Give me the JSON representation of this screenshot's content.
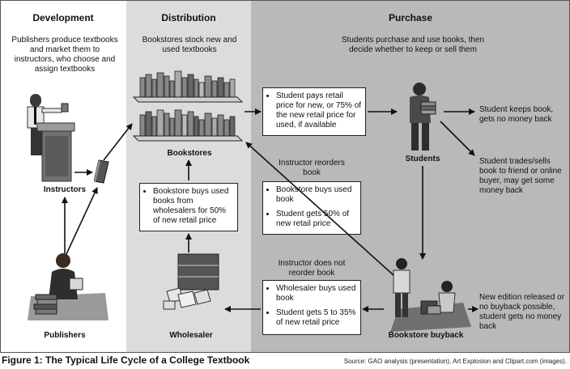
{
  "columns": {
    "development": "Development",
    "distribution": "Distribution",
    "purchase": "Purchase"
  },
  "descriptions": {
    "development": "Publishers produce textbooks and market them to instructors, who choose and assign textbooks",
    "distribution": "Bookstores stock new and used textbooks",
    "purchase": "Students purchase and use books, then decide whether to keep or sell them"
  },
  "nodes": {
    "instructors": "Instructors",
    "publishers": "Publishers",
    "bookstores": "Bookstores",
    "wholesaler": "Wholesaler",
    "students": "Students",
    "bookstore_buyback": "Bookstore buyback"
  },
  "boxes": {
    "student_pays": [
      "Student pays retail price for new, or 75% of the new retail price for used, if available"
    ],
    "bookstore_buys_wholesalers": [
      "Bookstore buys used books from wholesalers for 50% of new retail price"
    ],
    "reorder": [
      "Bookstore buys used book",
      "Student gets 50% of new retail price"
    ],
    "no_reorder": [
      "Wholesaler buys used book",
      "Student gets 5 to 35% of new retail price"
    ]
  },
  "labels": {
    "instructor_reorders": "Instructor reorders book",
    "instructor_not_reorder": "Instructor does not reorder book"
  },
  "outcomes": {
    "keeps": "Student keeps book, gets no money back",
    "trades": "Student trades/sells book to friend or online buyer, may get some money back",
    "new_edition": "New edition released or no buyback possible, student gets no money back"
  },
  "caption": "Figure 1: The Typical Life Cycle of a College Textbook",
  "source": "Source: GAO analysis (presentation), Art Explosion and Clipart.com (images)."
}
